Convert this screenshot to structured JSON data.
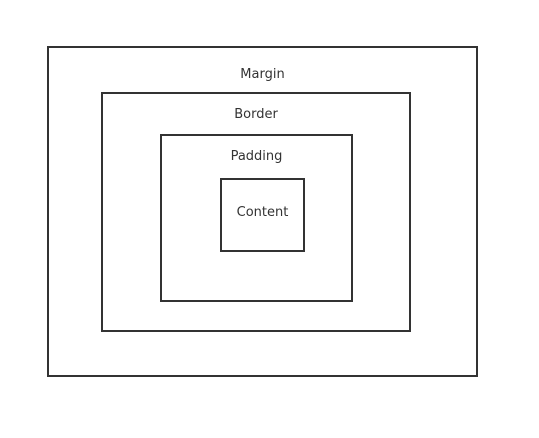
{
  "diagram": {
    "layers": {
      "margin": {
        "label": "Margin"
      },
      "border": {
        "label": "Border"
      },
      "padding": {
        "label": "Padding"
      },
      "content": {
        "label": "Content"
      }
    },
    "colors": {
      "stroke": "#333333",
      "background": "#ffffff",
      "text": "#333333"
    }
  }
}
